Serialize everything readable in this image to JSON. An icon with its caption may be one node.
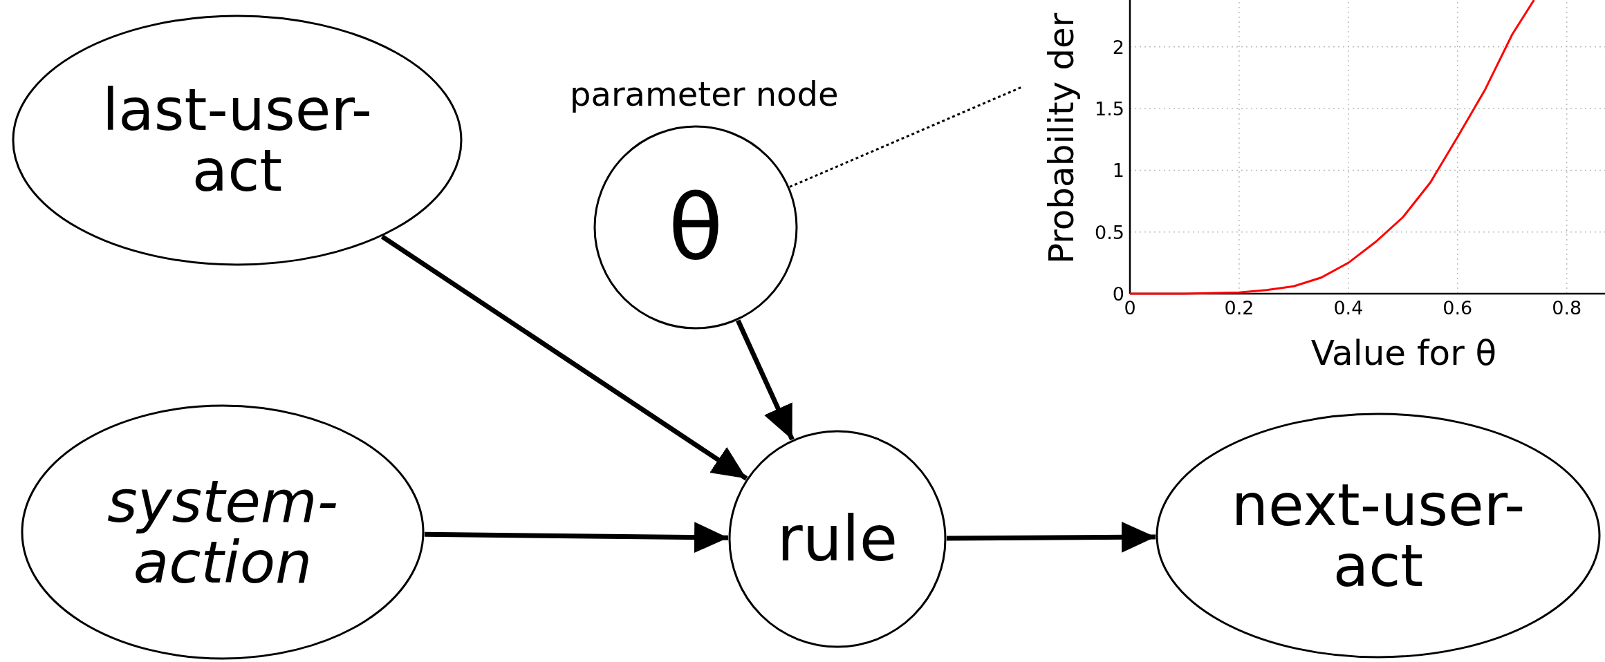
{
  "diagram": {
    "nodes": [
      {
        "text": [
          "last-user-act"
        ]
      },
      {
        "text": [
          "θ"
        ],
        "beside": [
          "parameter node"
        ]
      },
      {
        "text": [],
        "shape": "chart"
      },
      {
        "text": [
          "system-action"
        ]
      },
      {
        "text": [
          "rule"
        ]
      },
      {
        "text": [
          "next-user-act"
        ]
      }
    ],
    "edges": [
      {
        "from": 0,
        "to": 4,
        "arrow": "to"
      },
      {
        "from": 1,
        "to": 4,
        "arrow": "to"
      },
      {
        "from": 1,
        "to": 2,
        "arrow": "none",
        "style": "dashed"
      },
      {
        "from": 3,
        "to": 4,
        "arrow": "to"
      },
      {
        "from": 4,
        "to": 5,
        "arrow": "to"
      }
    ],
    "chart_data": {
      "type": "line",
      "xlabel": "Value for θ",
      "ylabel": "Probability der",
      "x": [
        0,
        0.1,
        0.2,
        0.25,
        0.3,
        0.35,
        0.4,
        0.45,
        0.5,
        0.55,
        0.6,
        0.65,
        0.7,
        0.74
      ],
      "series": [
        {
          "color": "#ff0000",
          "values": [
            0,
            0,
            0.01,
            0.03,
            0.06,
            0.13,
            0.25,
            0.42,
            0.62,
            0.9,
            1.27,
            1.65,
            2.1,
            2.38
          ]
        }
      ],
      "xlim": [
        0,
        0.87
      ],
      "ylim": [
        0,
        2.38
      ],
      "grid": true,
      "xticks": [
        0,
        0.2,
        0.4,
        0.6,
        0.8
      ],
      "yticks": [
        0,
        0.5,
        1,
        1.5,
        2
      ]
    }
  }
}
